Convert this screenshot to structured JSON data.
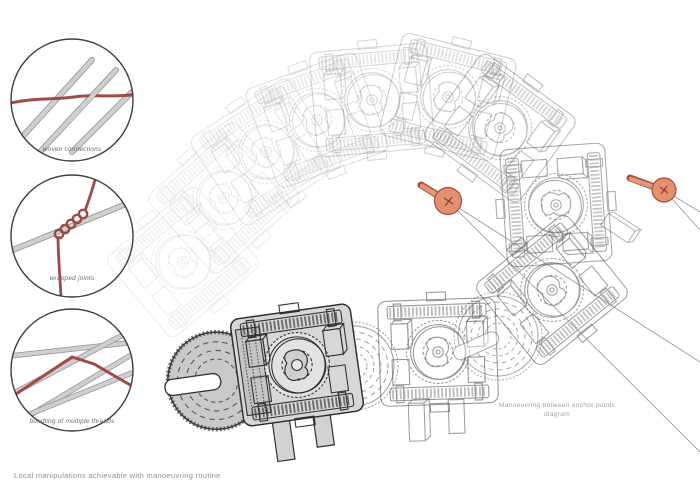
{
  "insets": [
    {
      "caption": "woven connections"
    },
    {
      "caption": "wrapped joints"
    },
    {
      "caption": "bundling of multiple threads"
    }
  ],
  "annotations": {
    "maneuvering_caption_line1": "Manoeuvring between anchor points",
    "maneuvering_caption_line2": "diagram",
    "footer_caption": "Local manipulations achievable with manoeuvring routine"
  },
  "icons": {
    "anchor_pin": "anchor-pin-icon"
  },
  "colors": {
    "anchor_fill": "#e28f72",
    "anchor_stroke": "#a84f35",
    "thread_red": "#9e4c48",
    "rod_light": "#cfcfcf",
    "rod_shadow": "#9a9a9a",
    "wireframe_gray": "#3f3f3f",
    "leader_line": "#8a8a8a",
    "inset_border": "#3d3d3d"
  }
}
